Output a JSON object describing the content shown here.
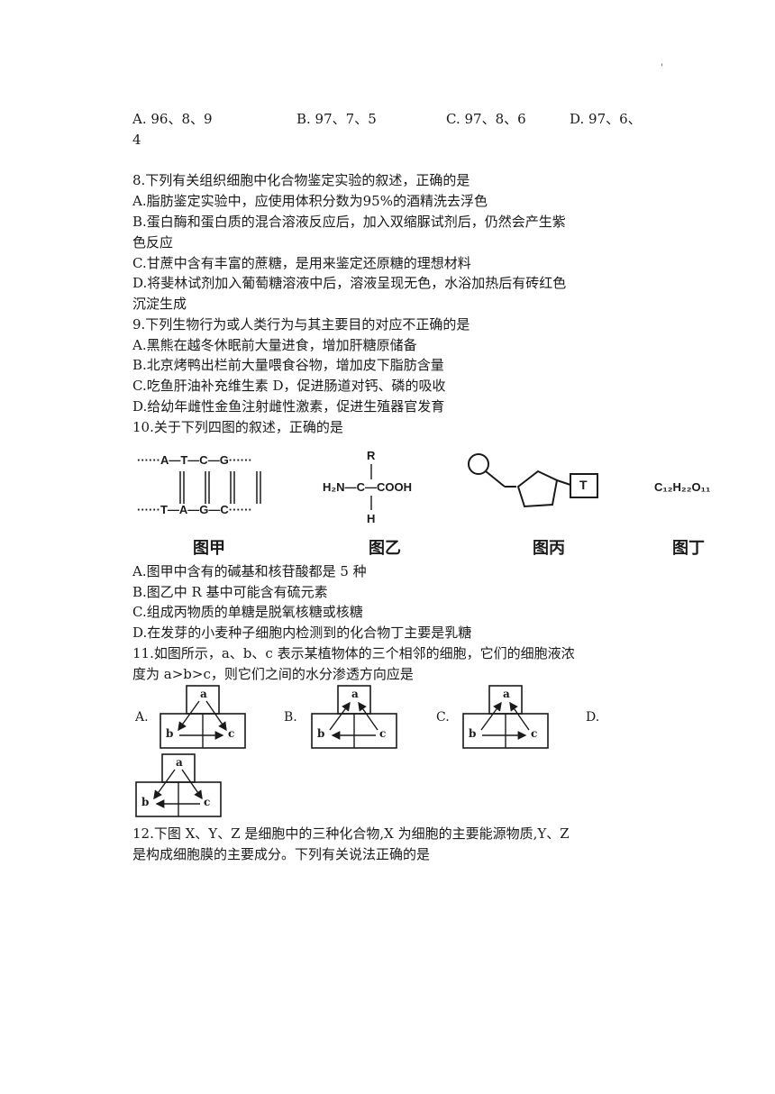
{
  "q7_options": {
    "a": "A. 96、8、9",
    "b": "B. 97、7、5",
    "c": "C. 97、8、6",
    "d": "D. 97、6、",
    "d_cont": "4"
  },
  "q8": {
    "stem": "8.下列有关组织细胞中化合物鉴定实验的叙述，正确的是",
    "a": "A.脂肪鉴定实验中，应使用体积分数为95%的酒精洗去浮色",
    "b1": "B.蛋白酶和蛋白质的混合溶液反应后，加入双缩脲试剂后，仍然会产生紫",
    "b2": "色反应",
    "c": "C.甘蔗中含有丰富的蔗糖，是用来鉴定还原糖的理想材料",
    "d1": "D.将斐林试剂加入葡萄糖溶液中后，溶液呈现无色，水浴加热后有砖红色",
    "d2": "沉淀生成"
  },
  "q9": {
    "stem": "9.下列生物行为或人类行为与其主要目的对应不正确的是",
    "a": "A.黑熊在越冬休眠前大量进食，增加肝糖原储备",
    "b": "B.北京烤鸭出栏前大量喂食谷物，增加皮下脂肪含量",
    "c": "C.吃鱼肝油补充维生素 D，促进肠道对钙、磷的吸收",
    "d": "D.给幼年雌性金鱼注射雌性激素，促进生殖器官发育"
  },
  "q10": {
    "stem": "10.关于下列四图的叙述，正确的是",
    "a": "A.图甲中含有的碱基和核苷酸都是 5 种",
    "b": "B.图乙中 R 基中可能含有硫元素",
    "c": "C.组成丙物质的单糖是脱氧核糖或核糖",
    "d": "D.在发芽的小麦种子细胞内检测到的化合物丁主要是乳糖"
  },
  "figures": {
    "jia_label": "图甲",
    "yi_label": "图乙",
    "bing_label": "图丙",
    "ding_label": "图丁",
    "dna_top": "······A—T—C—G······",
    "dna_bottom": "······T—A—G—C······",
    "aa_r": "R",
    "aa_left": "H₂N—",
    "aa_c": "C",
    "aa_right": "—COOH",
    "aa_h": "H",
    "bing_t": "T",
    "ding_formula": "C₁₂H₂₂O₁₁"
  },
  "q11": {
    "stem1": "11.如图所示，a、b、c 表示某植物体的三个相邻的细胞，它们的细胞液浓",
    "stem2": "度为 a>b>c，则它们之间的水分渗透方向应是",
    "opt_a": "A.",
    "opt_b": "B.",
    "opt_c": "C.",
    "opt_d": "D.",
    "cell_a": "a",
    "cell_b": "b",
    "cell_c": "c"
  },
  "q12": {
    "stem1": "12.下图 X、Y、Z 是细胞中的三种化合物,X 为细胞的主要能源物质,Y、Z",
    "stem2": "是构成细胞膜的主要成分。下列有关说法正确的是"
  }
}
